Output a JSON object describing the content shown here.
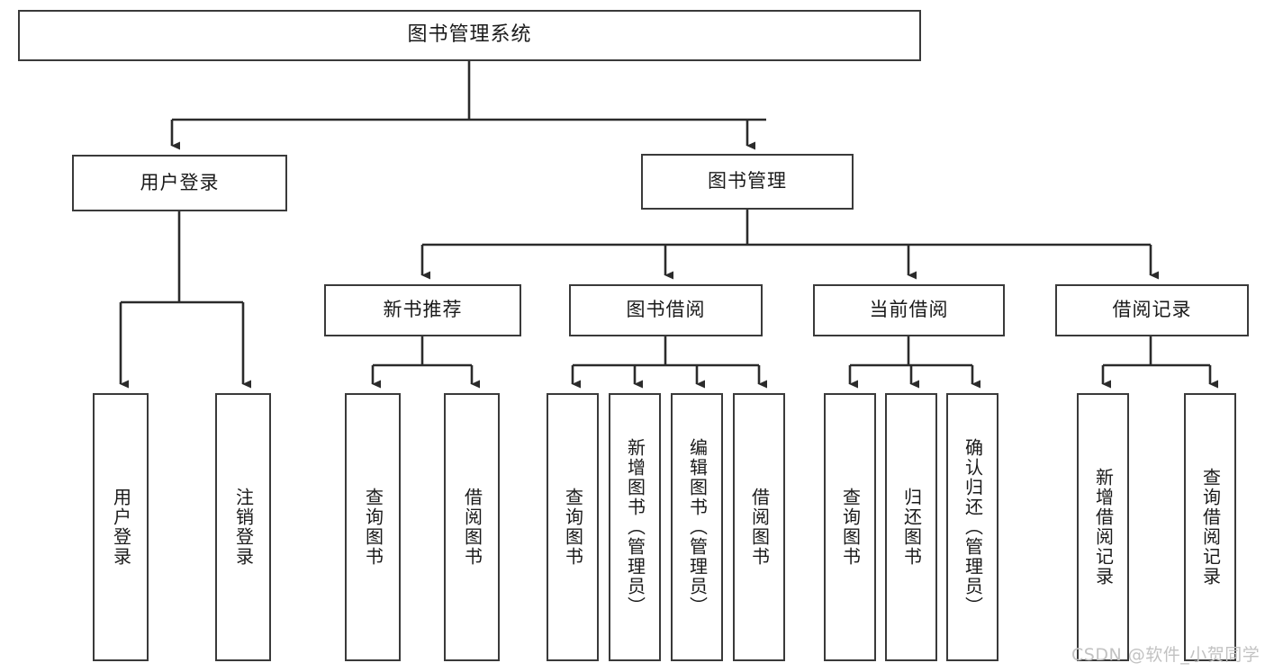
{
  "diagram": {
    "title": "图书管理系统",
    "type": "hierarchy-tree",
    "watermark": "CSDN @软件_小贺同学",
    "colors": {
      "background": "#ffffff",
      "box_border": "#3a3a3a",
      "box_fill": "#ffffff",
      "connector": "#2b2b2b",
      "text": "#1a1a1a",
      "watermark": "#c2c2c2"
    },
    "levels": {
      "root": {
        "label": "图书管理系统"
      },
      "level2": [
        {
          "id": "user-login",
          "label": "用户登录"
        },
        {
          "id": "book-management",
          "label": "图书管理"
        }
      ],
      "level3": [
        {
          "id": "new-book-recommend",
          "label": "新书推荐"
        },
        {
          "id": "book-borrow",
          "label": "图书借阅"
        },
        {
          "id": "current-borrow",
          "label": "当前借阅"
        },
        {
          "id": "borrow-record",
          "label": "借阅记录"
        }
      ],
      "leaves": {
        "user-login": [
          {
            "id": "leaf-user-login",
            "label": "用户登录"
          },
          {
            "id": "leaf-logout",
            "label": "注销登录"
          }
        ],
        "new-book-recommend": [
          {
            "id": "leaf-query-book-1",
            "label": "查询图书"
          },
          {
            "id": "leaf-borrow-book-1",
            "label": "借阅图书"
          }
        ],
        "book-borrow": [
          {
            "id": "leaf-query-book-2",
            "label": "查询图书"
          },
          {
            "id": "leaf-add-book",
            "label": "新增图书（管理员）"
          },
          {
            "id": "leaf-edit-book",
            "label": "编辑图书（管理员）"
          },
          {
            "id": "leaf-borrow-book-2",
            "label": "借阅图书"
          }
        ],
        "current-borrow": [
          {
            "id": "leaf-query-book-3",
            "label": "查询图书"
          },
          {
            "id": "leaf-return-book",
            "label": "归还图书"
          },
          {
            "id": "leaf-confirm-return",
            "label": "确认归还（管理员）"
          }
        ],
        "borrow-record": [
          {
            "id": "leaf-add-record",
            "label": "新增借阅记录"
          },
          {
            "id": "leaf-query-record",
            "label": "查询借阅记录"
          }
        ]
      }
    }
  }
}
